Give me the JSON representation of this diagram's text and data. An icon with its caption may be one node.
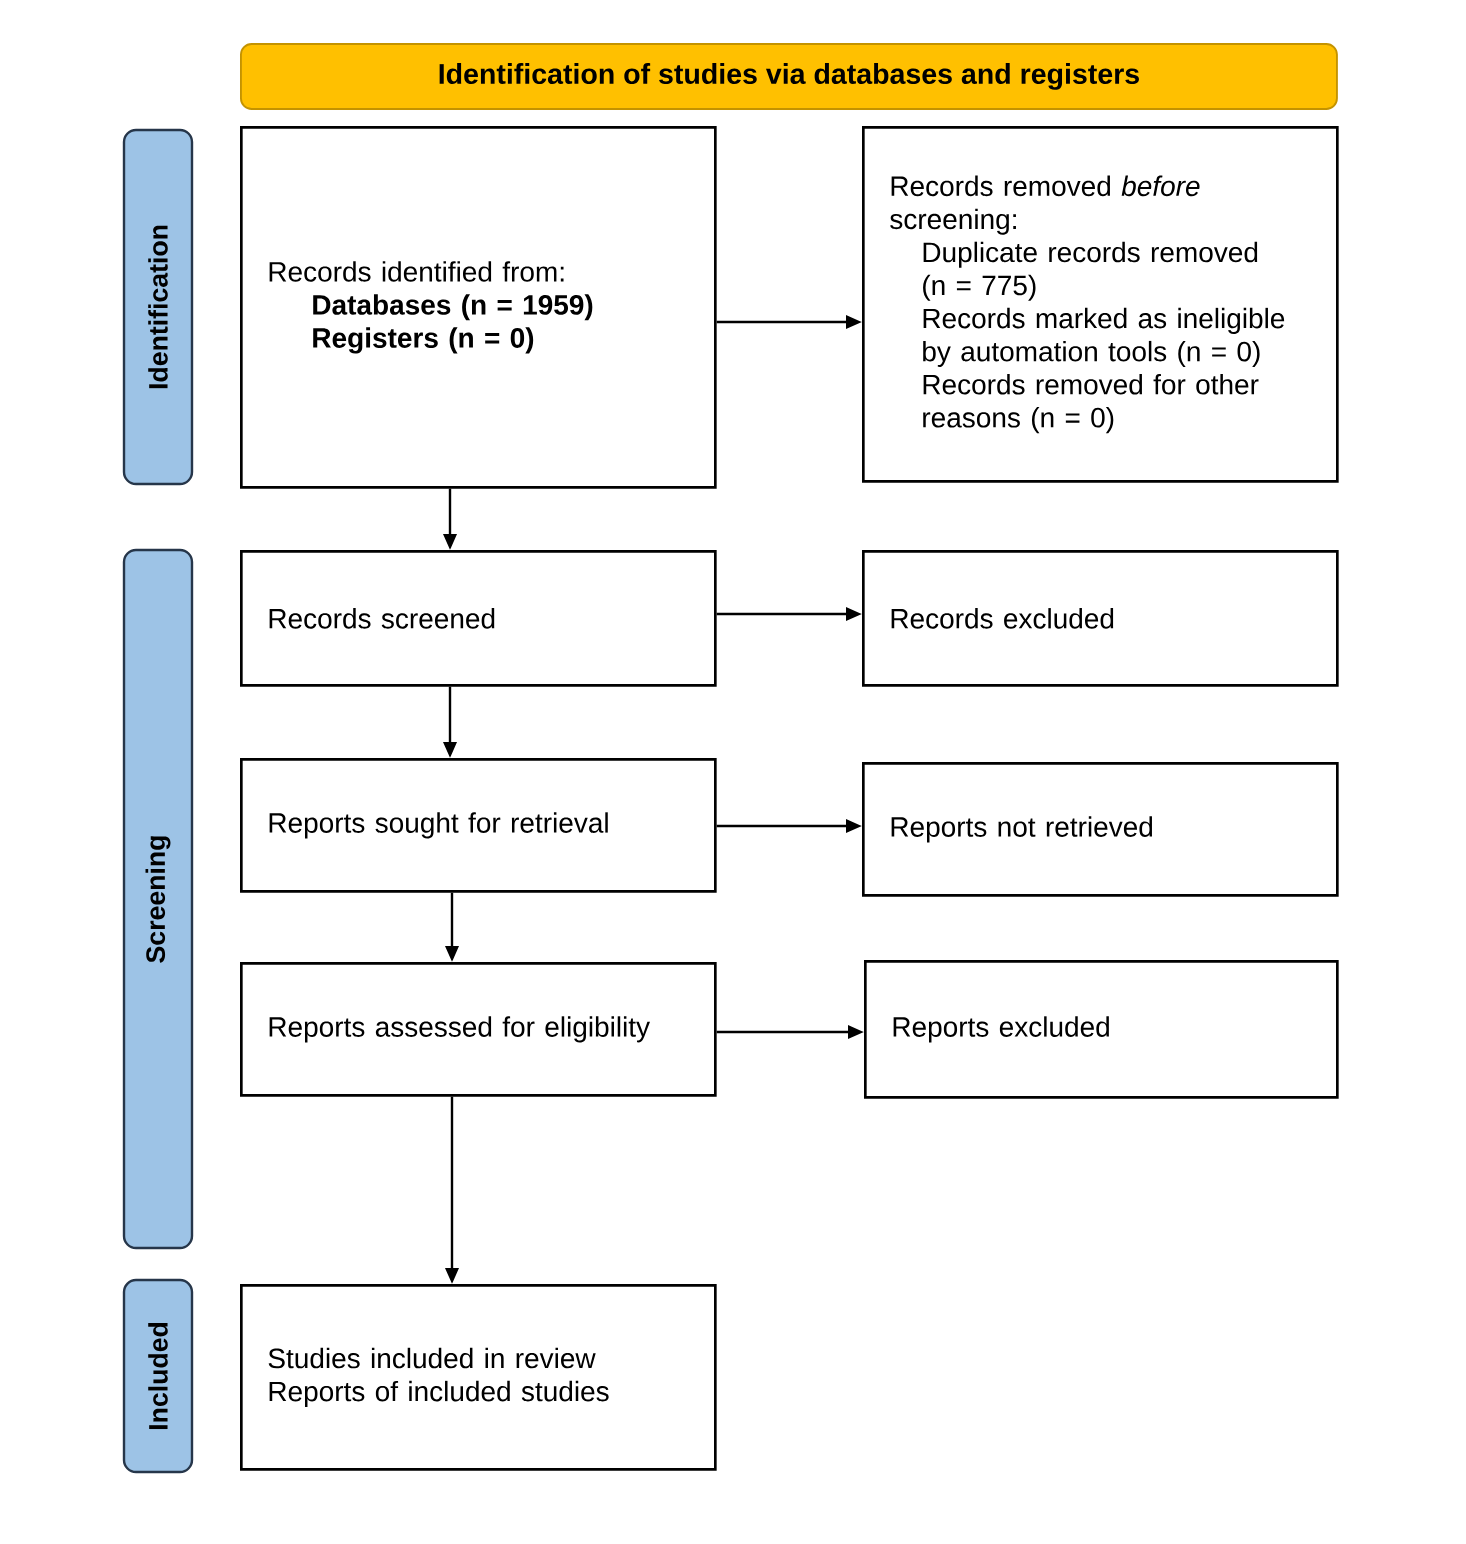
{
  "diagram": {
    "title": "Identification of studies via databases and registers",
    "nodes": [
      {
        "text": [
          "Identification"
        ]
      },
      {
        "text": [
          "Records identified from:",
          "Databases (n = 1959)",
          "Registers (n = 0)"
        ]
      },
      {
        "text": [
          "Records removed *before* screening:",
          "Duplicate records removed (n = 775)",
          "Records marked as ineligible by automation tools (n = 0)",
          "Records removed for other reasons (n = 0)"
        ]
      },
      {
        "text": [
          "Screening"
        ]
      },
      {
        "text": [
          "Records screened"
        ]
      },
      {
        "text": [
          "Records excluded"
        ]
      },
      {
        "text": [
          "Reports sought for retrieval"
        ]
      },
      {
        "text": [
          "Reports not retrieved"
        ]
      },
      {
        "text": [
          "Reports assessed for eligibility"
        ]
      },
      {
        "text": [
          "Reports excluded"
        ]
      },
      {
        "text": [
          "Included"
        ]
      },
      {
        "text": [
          "Studies included in review",
          "Reports of included studies"
        ]
      }
    ],
    "edges": [
      {
        "from": 1,
        "to": 2,
        "arrow": "to"
      },
      {
        "from": 1,
        "to": 4,
        "arrow": "to"
      },
      {
        "from": 4,
        "to": 5,
        "arrow": "to"
      },
      {
        "from": 4,
        "to": 6,
        "arrow": "to"
      },
      {
        "from": 6,
        "to": 7,
        "arrow": "to"
      },
      {
        "from": 6,
        "to": 8,
        "arrow": "to"
      },
      {
        "from": 8,
        "to": 9,
        "arrow": "to"
      },
      {
        "from": 8,
        "to": 11,
        "arrow": "to"
      }
    ]
  }
}
